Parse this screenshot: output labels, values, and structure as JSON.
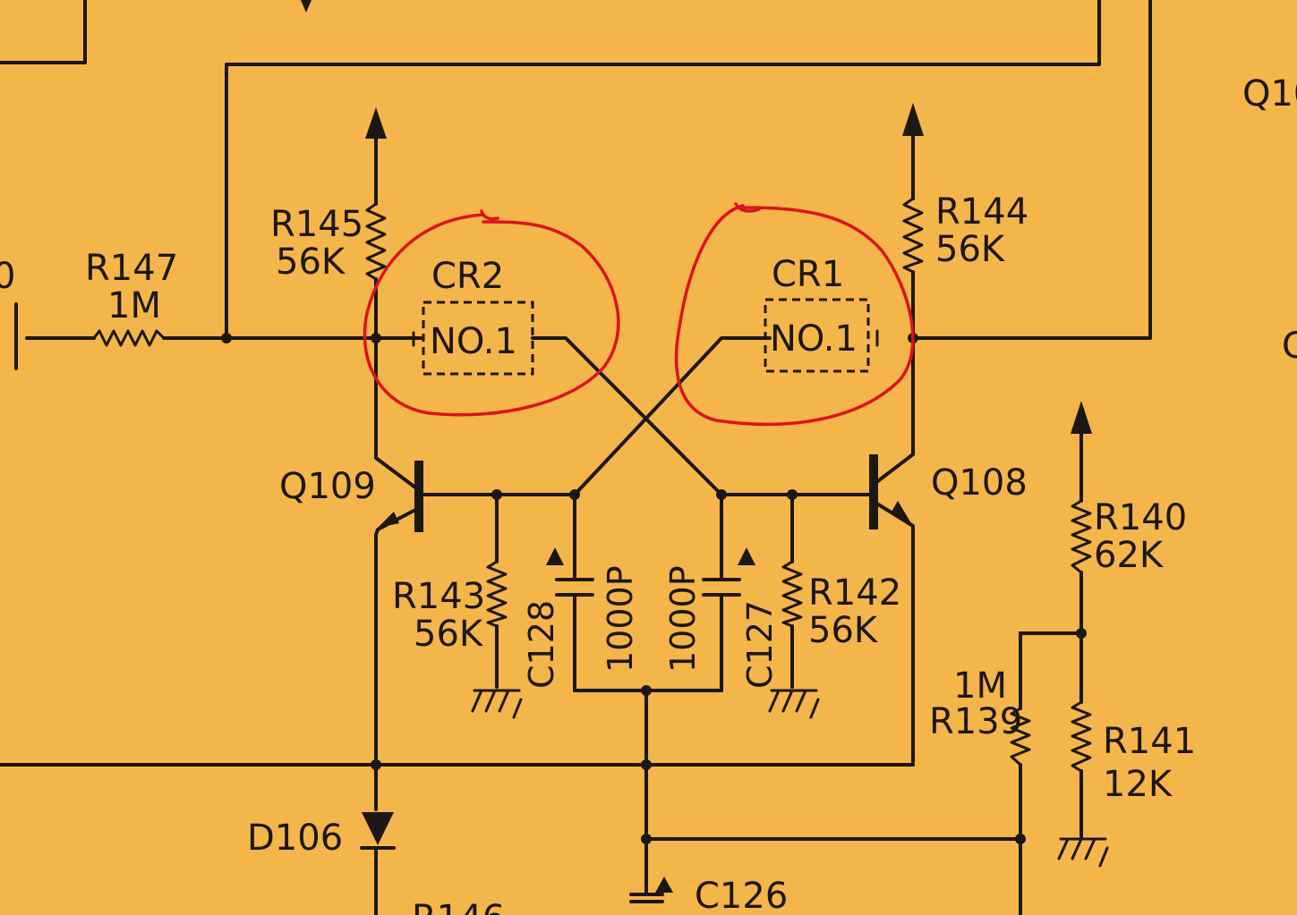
{
  "components": {
    "r147": {
      "ref": "R147",
      "value": "1M"
    },
    "r145": {
      "ref": "R145",
      "value": "56K"
    },
    "r144": {
      "ref": "R144",
      "value": "56K"
    },
    "r143": {
      "ref": "R143",
      "value": "56K"
    },
    "r142": {
      "ref": "R142",
      "value": "56K"
    },
    "r140": {
      "ref": "R140",
      "value": "62K"
    },
    "r141": {
      "ref": "R141",
      "value": "12K"
    },
    "r139": {
      "ref": "R139",
      "value": "1M"
    },
    "cr2": {
      "ref": "CR2",
      "value": "NO.1"
    },
    "cr1": {
      "ref": "CR1",
      "value": "NO.1"
    },
    "q109": {
      "ref": "Q109"
    },
    "q108": {
      "ref": "Q108"
    },
    "c128": {
      "ref": "C128",
      "value": "1000P"
    },
    "c127": {
      "ref": "C127",
      "value": "1000P"
    },
    "c126": {
      "ref": "C126"
    },
    "d106": {
      "ref": "D106"
    }
  },
  "edge_fragments": {
    "right_top": "Q10",
    "right_mid": "C",
    "left_mid": "0",
    "bottom_left": "R146"
  },
  "colors": {
    "paper": "#f4b54a",
    "ink": "#1c1712",
    "annotation": "#d8141a"
  }
}
